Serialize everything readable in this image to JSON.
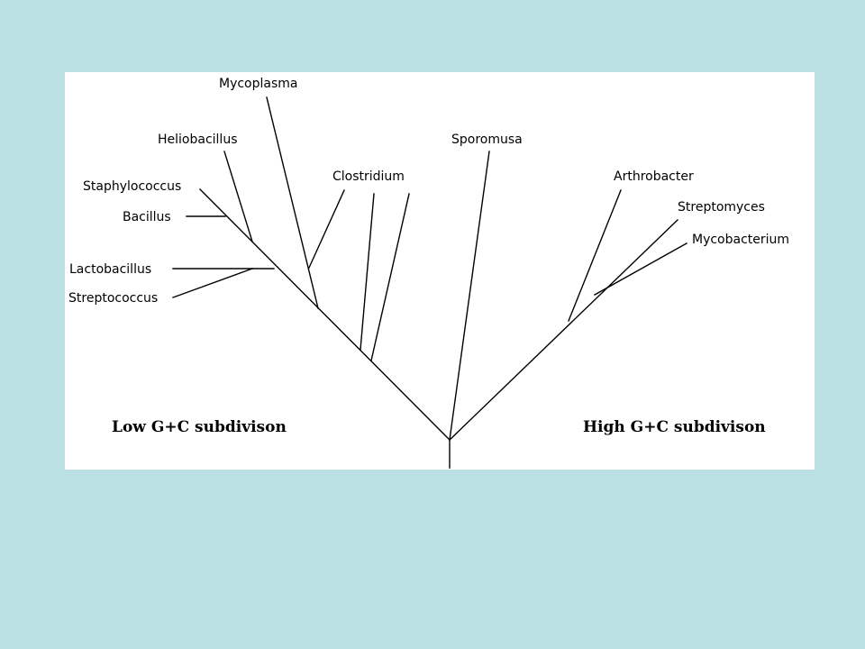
{
  "colors": {
    "slide_background": "#BBE0E3",
    "panel_background": "#FFFFFF",
    "line": "#000000"
  },
  "taxa": {
    "mycoplasma": "Mycoplasma",
    "heliobacillus": "Heliobacillus",
    "staphylococcus": "Staphylococcus",
    "bacillus": "Bacillus",
    "lactobacillus": "Lactobacillus",
    "streptococcus": "Streptococcus",
    "clostridium": "Clostridium",
    "sporomusa": "Sporomusa",
    "arthrobacter": "Arthrobacter",
    "streptomyces": "Streptomyces",
    "mycobacterium": "Mycobacterium"
  },
  "groups": {
    "low_gc": "Low G+C subdivison",
    "high_gc": "High G+C subdivison"
  }
}
